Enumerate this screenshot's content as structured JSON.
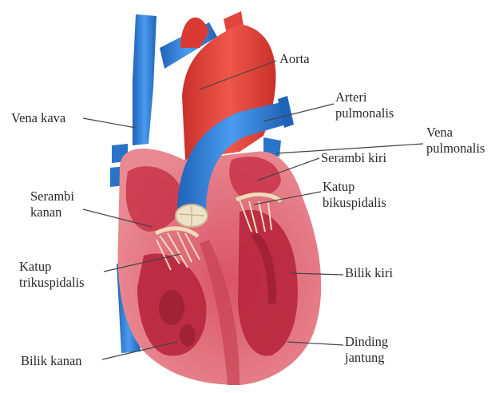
{
  "colors": {
    "vein_blue": "#2f7fd6",
    "artery_red": "#e8483a",
    "heart_pink": "#e2727e",
    "chamber_dark": "#b8263e",
    "valve_cream": "#eedcb8",
    "leader_line": "#444444"
  },
  "labels": {
    "vena_kava": "Vena kava",
    "aorta": "Aorta",
    "arteri_pulmonalis": {
      "line1": "Arteri",
      "line2": "pulmonalis"
    },
    "vena_pulmonalis": {
      "line1": "Vena",
      "line2": "pulmonalis"
    },
    "serambi_kiri": "Serambi kiri",
    "katup_bikuspidalis": {
      "line1": "Katup",
      "line2": "bikuspidalis"
    },
    "serambi_kanan": {
      "line1": "Serambi",
      "line2": "kanan"
    },
    "katup_trikuspidalis": {
      "line1": "Katup",
      "line2": "trikuspidalis"
    },
    "bilik_kiri": "Bilik kiri",
    "bilik_kanan": "Bilik kanan",
    "dinding_jantung": {
      "line1": "Dinding",
      "line2": "jantung"
    }
  }
}
